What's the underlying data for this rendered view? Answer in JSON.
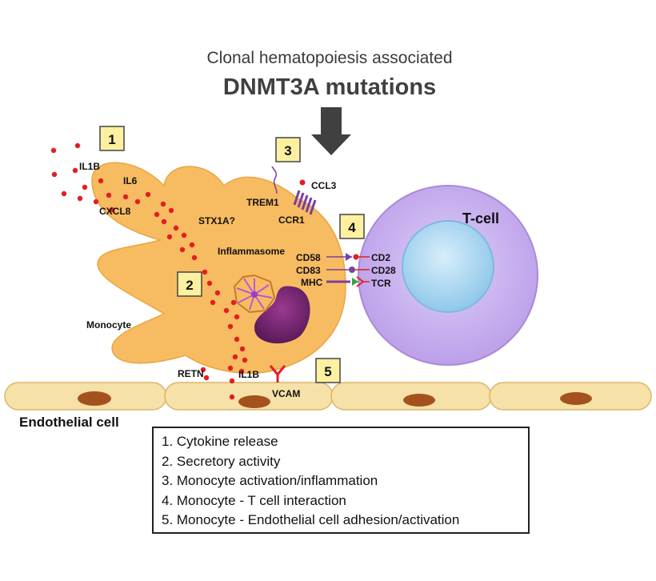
{
  "header": {
    "subtitle": "Clonal hematopoiesis associated",
    "title": "DNMT3A mutations"
  },
  "colors": {
    "monocyte": "#f7bc62",
    "tcell": "#cbb1f2",
    "tcell_nucleus": "#bfe2f6",
    "endothelium": "#f6e1a8",
    "endo_nucleus": "#a4521d",
    "cytokine_dot": "#e31e24",
    "arrow": "#404040",
    "label_box": "#fdf0a0"
  },
  "markers": [
    "1",
    "2",
    "3",
    "4",
    "5"
  ],
  "labels": {
    "il1b_top": "IL1B",
    "il6": "IL6",
    "cxcl8": "CXCL8",
    "stx1a": "STX1A?",
    "inflammasome": "Inflammasome",
    "monocyte": "Monocyte",
    "trem1": "TREM1",
    "ccl3": "CCL3",
    "ccr1": "CCR1",
    "tcell": "T-cell",
    "cd58": "CD58",
    "cd83": "CD83",
    "mhc": "MHC",
    "cd2": "CD2",
    "cd28": "CD28",
    "tcr": "TCR",
    "retn": "RETN",
    "il1b_bottom": "IL1B",
    "vcam": "VCAM",
    "endothelial": "Endothelial cell"
  },
  "legend": [
    "1. Cytokine release",
    "2. Secretory activity",
    "3. Monocyte activation/inflammation",
    "4. Monocyte - T cell interaction",
    "5. Monocyte - Endothelial cell adhesion/activation"
  ]
}
